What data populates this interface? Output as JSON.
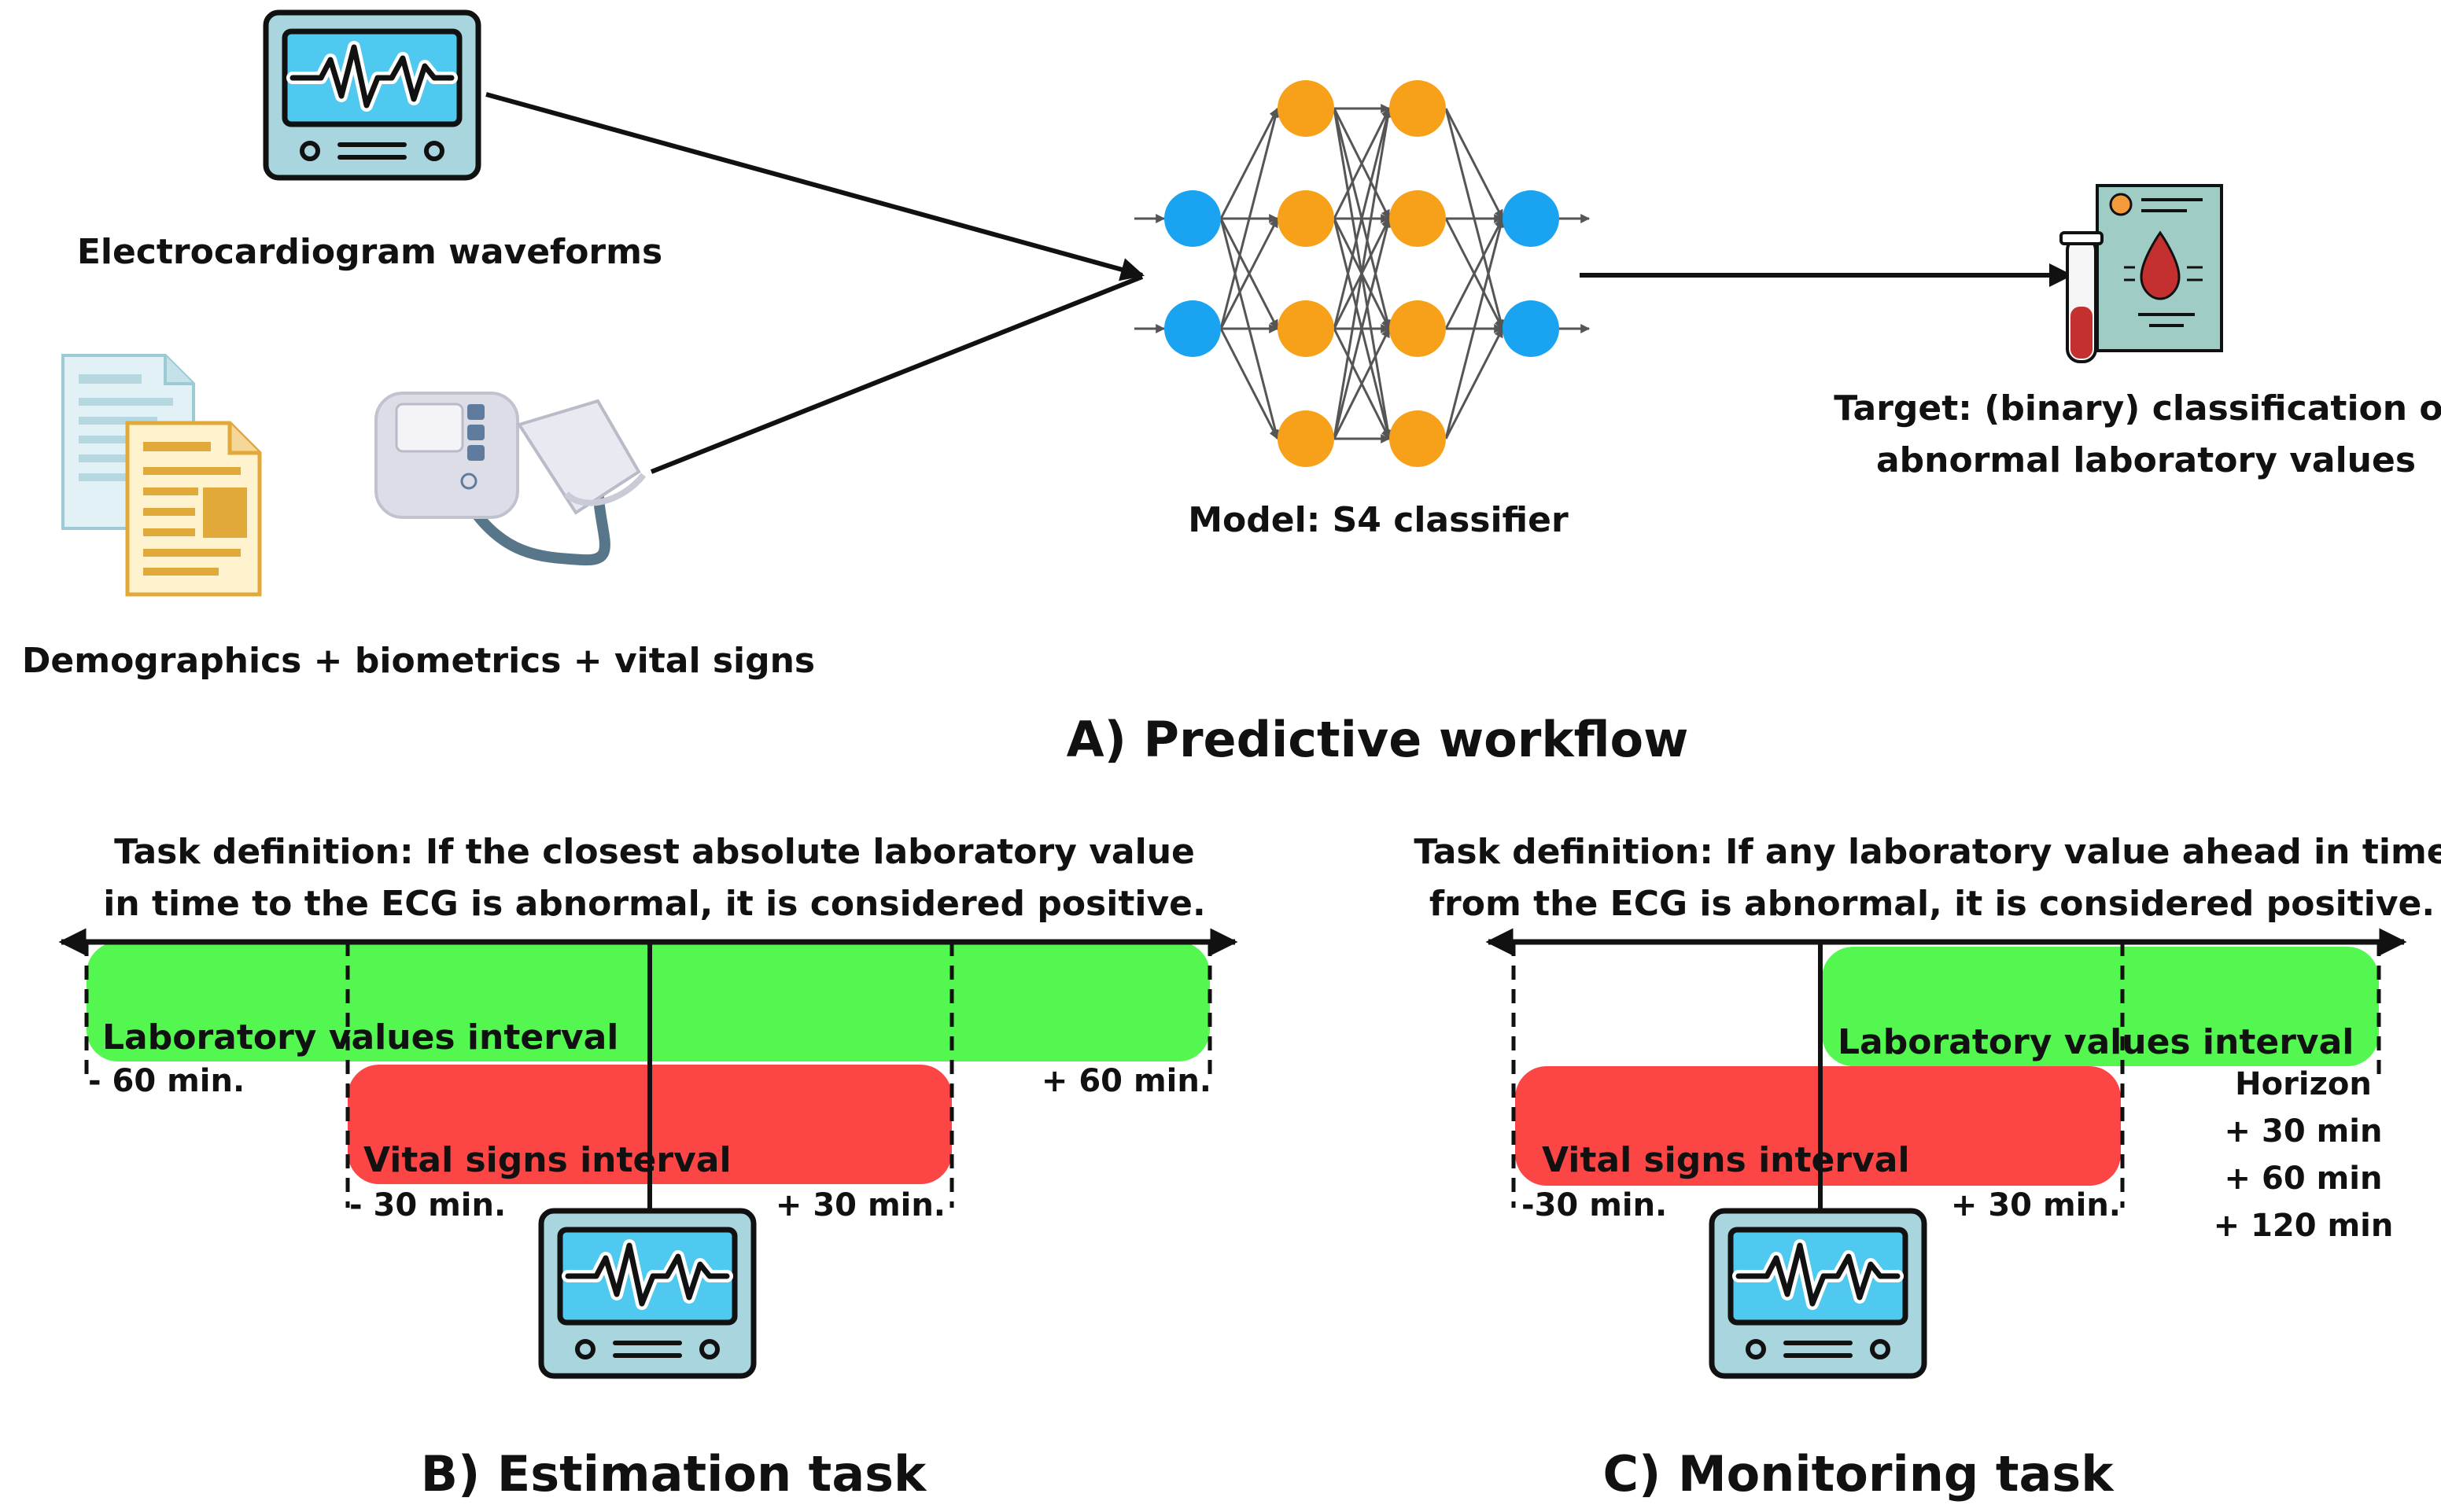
{
  "colors": {
    "ink": "#111111",
    "monitor_screen": "#4fc9ef",
    "monitor_body": "#a9d6de",
    "input_node": "#1aa3f0",
    "hidden_node": "#f7a11a",
    "green_interval": "#53f74f",
    "red_interval": "#fc4646",
    "report_paper": "#9fcdc6",
    "blood_red": "#c42f2f"
  },
  "icons": {
    "ecg_monitor": "ecg-monitor-icon",
    "documents": "document-icon",
    "blood_pressure": "blood-pressure-monitor-icon",
    "lab_report": "lab-report-icon",
    "neural_net": "neural-network-icon"
  },
  "workflow": {
    "ecg_label": "Electrocardiogram waveforms",
    "demo_label": "Demographics + biometrics + vital signs",
    "model_label": "Model: S4 classifier",
    "target_line1": "Target: (binary) classification of",
    "target_line2": "abnormal laboratory values",
    "title": "A) Predictive workflow"
  },
  "estimation": {
    "def_line1": "Task definition: If the closest absolute laboratory value",
    "def_line2": "in time to the ECG is abnormal, it is considered positive.",
    "lab_interval": "Laboratory values interval",
    "vital_interval": "Vital signs interval",
    "minus60": "- 60 min.",
    "plus60": "+ 60 min.",
    "minus30": "- 30 min.",
    "plus30": "+ 30 min.",
    "title": "B) Estimation task"
  },
  "monitoring": {
    "def_line1": "Task definition: If any laboratory value ahead in time",
    "def_line2": "from the ECG is abnormal, it is considered positive.",
    "lab_interval": "Laboratory values interval",
    "vital_interval": "Vital signs interval",
    "minus30": "-30 min.",
    "plus30": "+ 30 min.",
    "horizon_title": "Horizon",
    "horizons": [
      "+ 30 min",
      "+ 60 min",
      "+ 120 min"
    ],
    "title": "C) Monitoring task"
  }
}
